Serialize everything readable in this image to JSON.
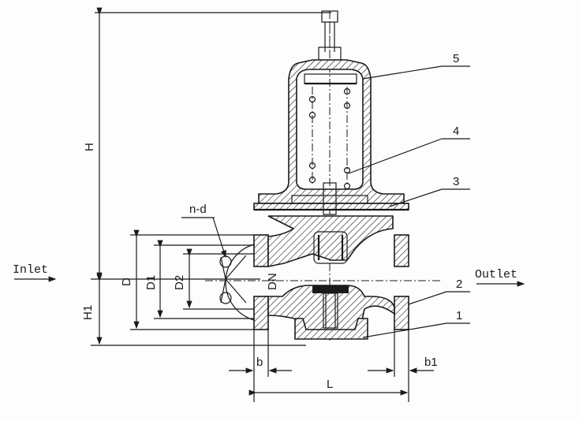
{
  "labels": {
    "H": "H",
    "H1": "H1",
    "D": "D",
    "D1": "D1",
    "D2": "D2",
    "DN": "DN",
    "nd": "n-d",
    "b": "b",
    "b1": "b1",
    "L": "L",
    "inlet": "Inlet",
    "outlet": "Outlet"
  },
  "parts": [
    "5",
    "4",
    "3",
    "2",
    "1"
  ]
}
